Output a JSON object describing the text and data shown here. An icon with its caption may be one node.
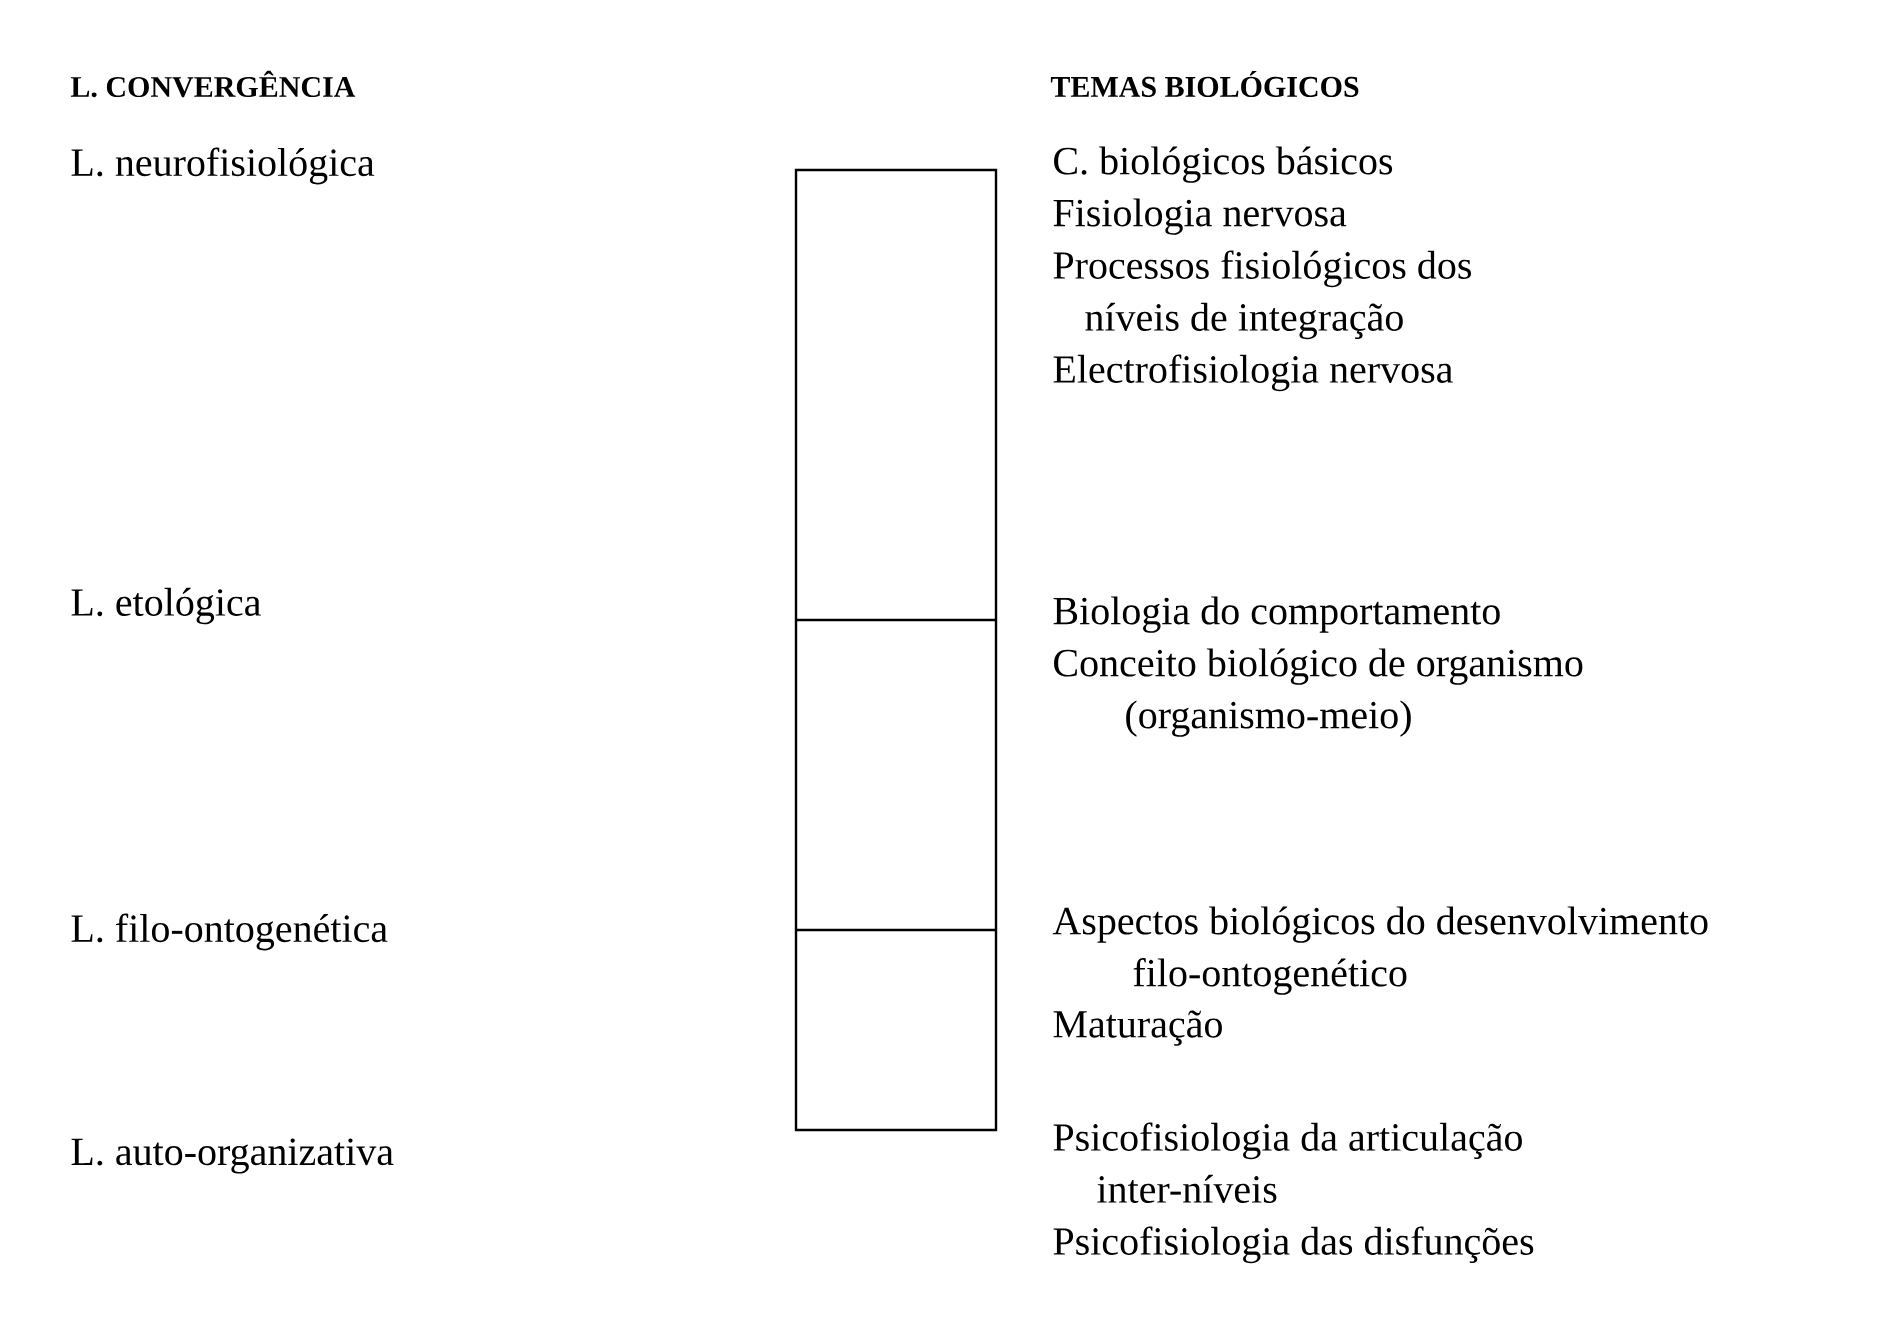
{
  "diagram": {
    "labels": [
      "L. CONVERGÊNCIA",
      "TEMAS BIOLÓGICOS",
      "L. neurofisiológica",
      "C. biológicos básicos",
      "Fisiologia nervosa",
      "Processos fisiológicos dos níveis de integração",
      "Electrofisiologia nervosa",
      "L. etológica",
      "Biologia do comportamento",
      "Conceito biológico de organismo (organismo-meio)",
      "L. filo-ontogenética",
      "Aspectos biológicos do desenvolvimento filo-ontogenético",
      "Maturação",
      "L. auto-organizativa",
      "Psicofisiologia da articulação inter-níveis",
      "Psicofisiologia das disfunções"
    ]
  }
}
